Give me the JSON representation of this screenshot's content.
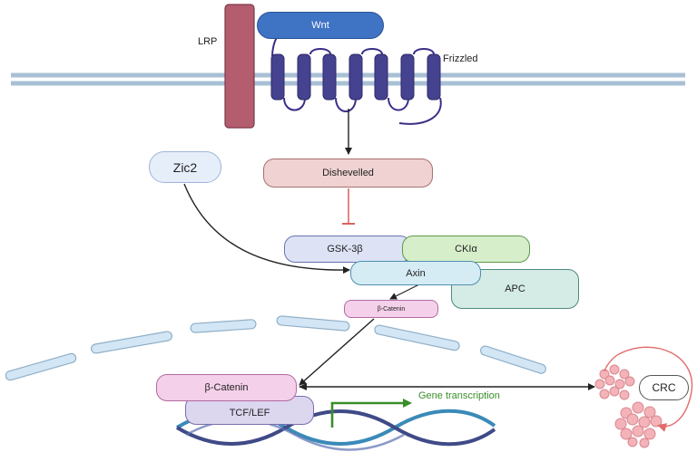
{
  "labels": {
    "wnt": "Wnt",
    "lrp": "LRP",
    "frizzled": "Frizzled",
    "dishevelled": "Dishevelled",
    "zic2": "Zic2",
    "gsk3b": "GSK-3β",
    "ckia": "CKIα",
    "axin": "Axin",
    "apc": "APC",
    "beta_catenin_small": "β-Catenin",
    "beta_catenin": "β-Catenin",
    "tcf_lef": "TCF/LEF",
    "gene_transcription": "Gene transcription",
    "crc": "CRC"
  },
  "colors": {
    "membrane": "#a8c0d6",
    "lrp": "#b45d6e",
    "wnt": "#3f73c4",
    "frizzled": "#454290",
    "dishevelled": "#f0d2d2",
    "zic2": "#e6eefa",
    "gsk3b": "#dde2f5",
    "ckia": "#d7eecb",
    "axin": "#d6ecf5",
    "apc": "#d4ebe6",
    "beta_catenin": "#f5d0ea",
    "tcf_lef": "#dcd6ef",
    "inhibition": "#d9534f",
    "transcription_arrow": "#3b8e2a",
    "dna_a": "#3f4a87",
    "dna_b": "#3a8ab8",
    "crc_cells": "#f3b3b8",
    "crc_arrow": "#e36a6a"
  }
}
